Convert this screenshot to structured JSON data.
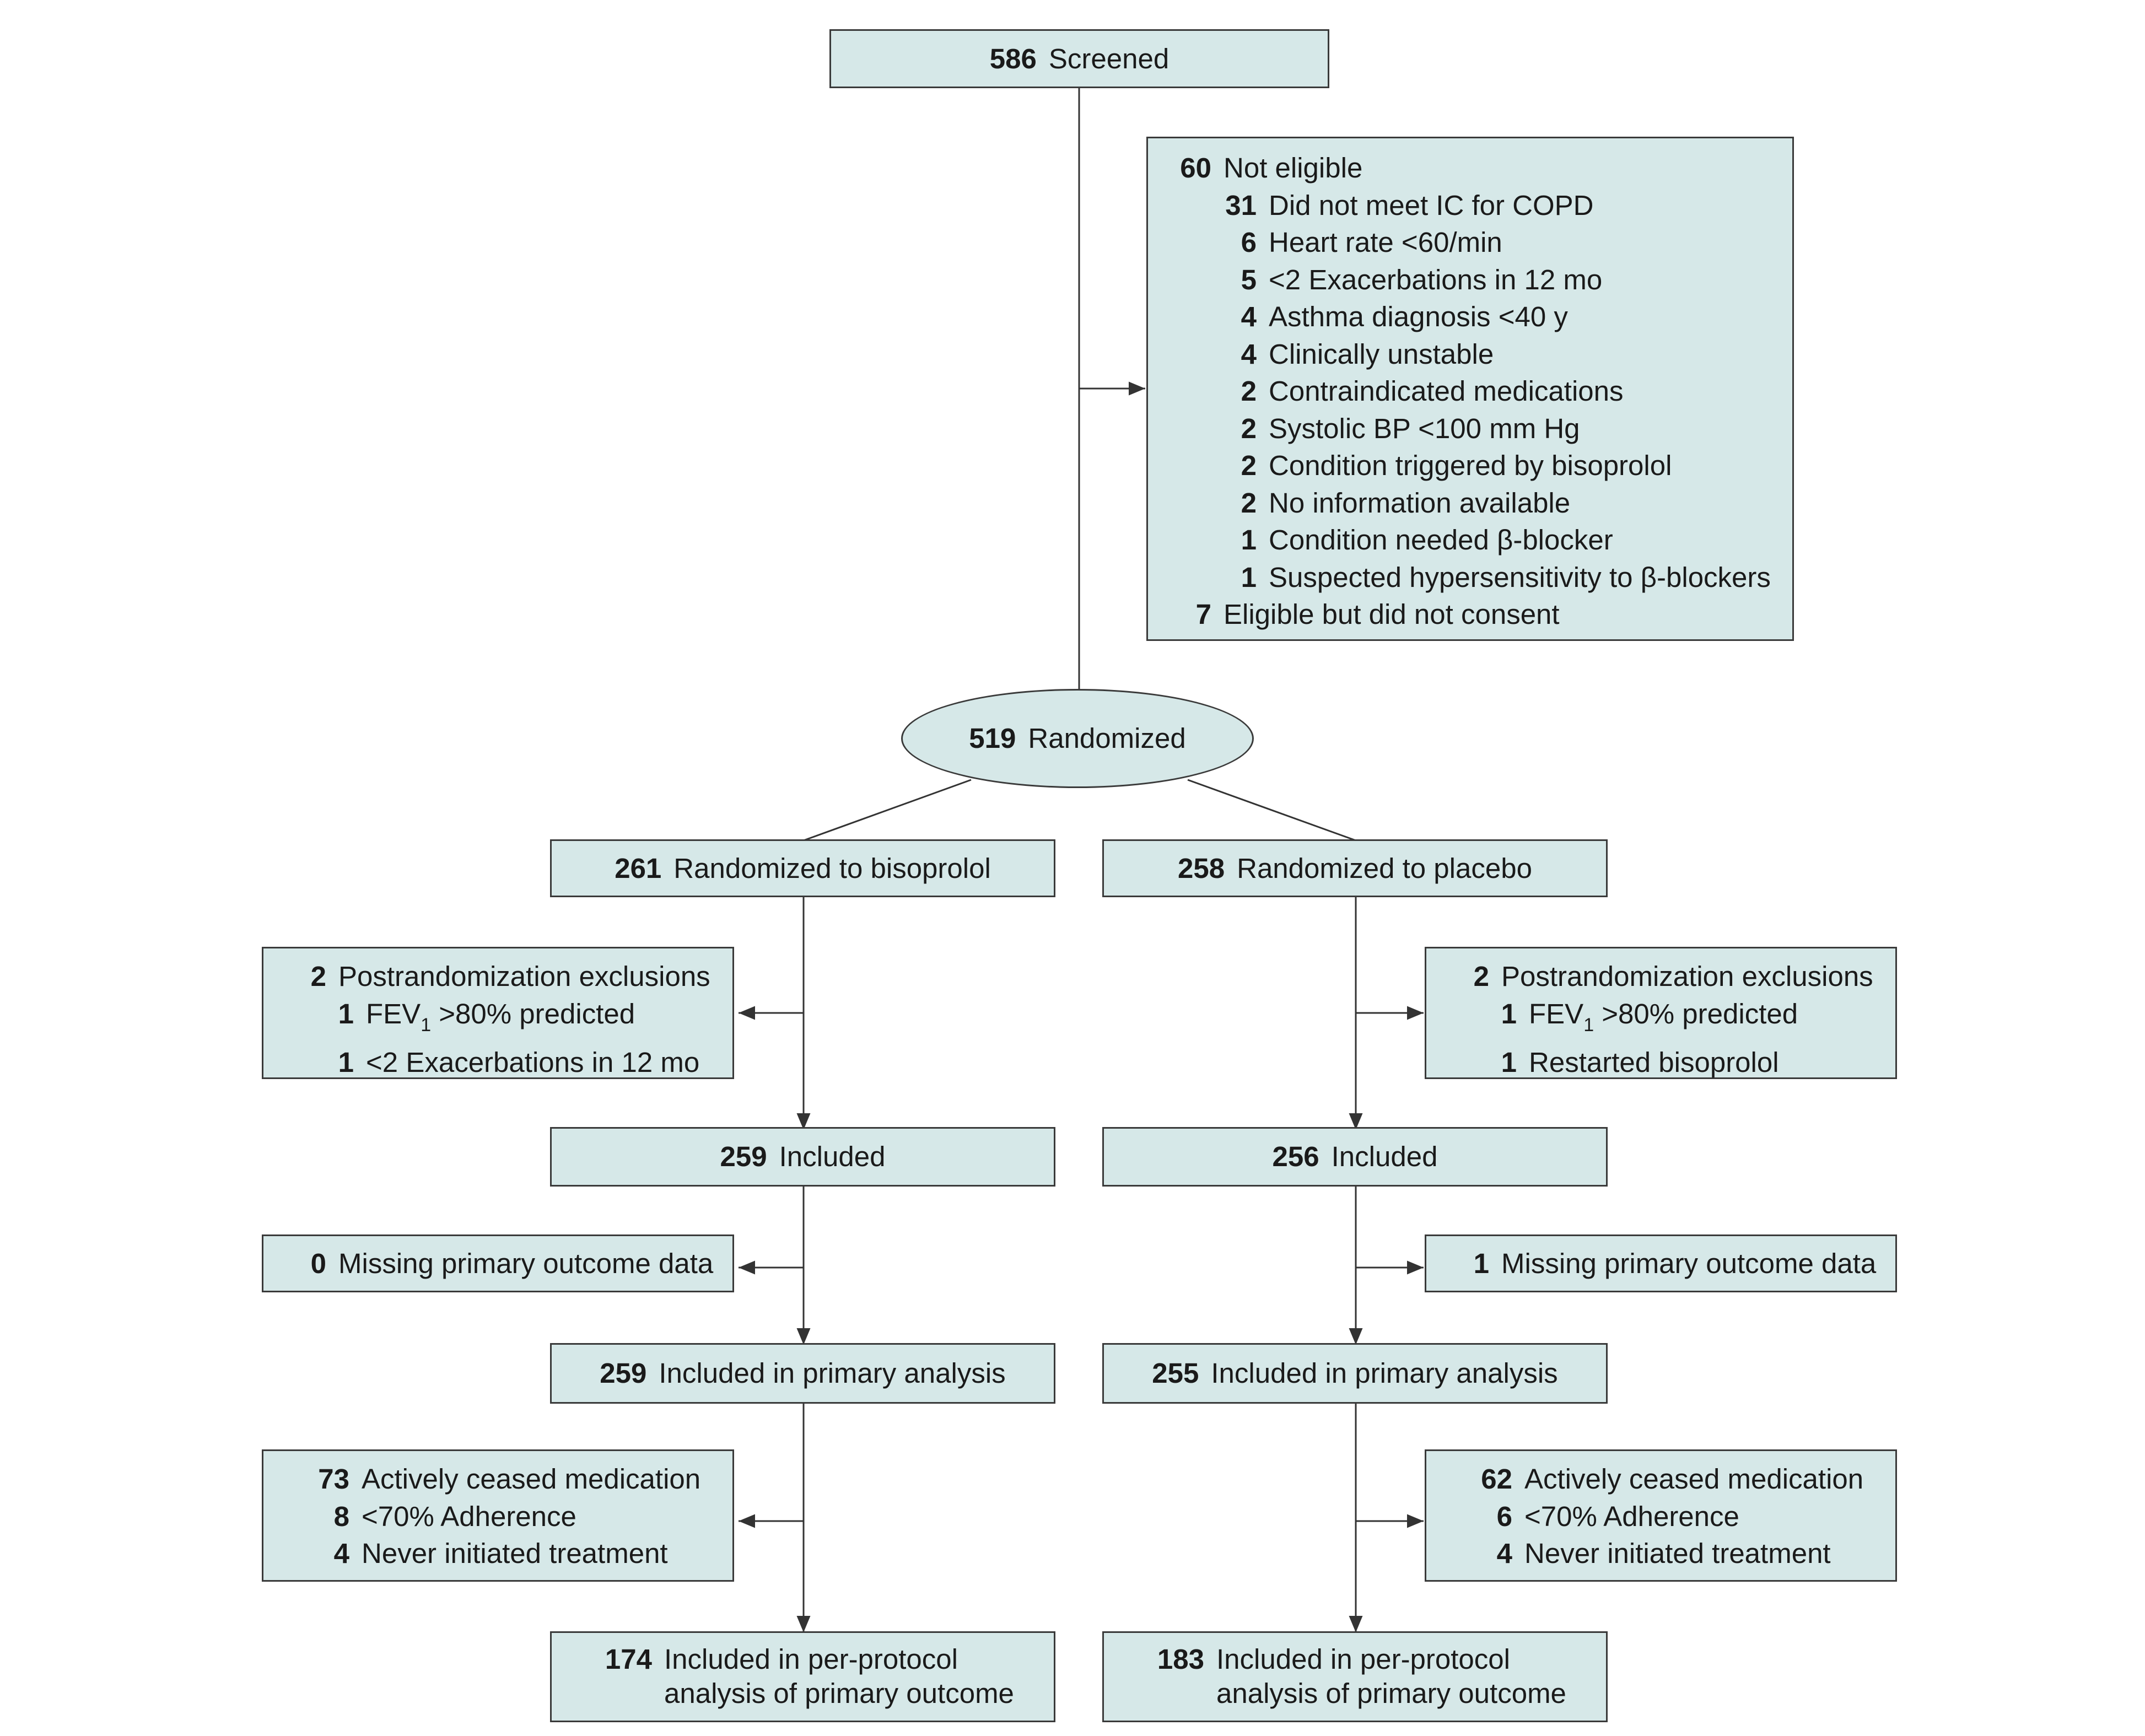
{
  "screened": {
    "n": "586",
    "label": "Screened"
  },
  "not_eligible": {
    "n": "60",
    "label": "Not eligible",
    "reasons": [
      {
        "n": "31",
        "label": "Did not meet IC for COPD"
      },
      {
        "n": "6",
        "label": "Heart rate <60/min"
      },
      {
        "n": "5",
        "label": "<2 Exacerbations in 12 mo"
      },
      {
        "n": "4",
        "label": "Asthma diagnosis <40 y"
      },
      {
        "n": "4",
        "label": "Clinically unstable"
      },
      {
        "n": "2",
        "label": "Contraindicated medications"
      },
      {
        "n": "2",
        "label": "Systolic BP <100 mm Hg"
      },
      {
        "n": "2",
        "label": "Condition triggered by bisoprolol"
      },
      {
        "n": "2",
        "label": "No information available"
      },
      {
        "n": "1",
        "label": "Condition needed β-blocker"
      },
      {
        "n": "1",
        "label": "Suspected hypersensitivity to β-blockers"
      }
    ],
    "no_consent": {
      "n": "7",
      "label": "Eligible but did not consent"
    }
  },
  "randomized": {
    "n": "519",
    "label": "Randomized"
  },
  "bisoprolol": {
    "arm": {
      "n": "261",
      "label": "Randomized to bisoprolol"
    },
    "exclusions": {
      "n": "2",
      "label": "Postrandomization exclusions",
      "fev": {
        "n": "1",
        "pre": "FEV",
        "sub": "1",
        "post": " >80% predicted"
      },
      "other": {
        "n": "1",
        "label": "<2 Exacerbations in 12 mo"
      }
    },
    "included": {
      "n": "259",
      "label": "Included"
    },
    "missing": {
      "n": "0",
      "label": "Missing primary outcome data"
    },
    "primary": {
      "n": "259",
      "label": "Included in primary analysis"
    },
    "ceased": [
      {
        "n": "73",
        "label": "Actively ceased medication"
      },
      {
        "n": "8",
        "label": "<70% Adherence"
      },
      {
        "n": "4",
        "label": "Never initiated treatment"
      }
    ],
    "per_protocol": {
      "n": "174",
      "label1": "Included in per-protocol",
      "label2": "analysis of primary outcome"
    }
  },
  "placebo": {
    "arm": {
      "n": "258",
      "label": "Randomized to placebo"
    },
    "exclusions": {
      "n": "2",
      "label": "Postrandomization exclusions",
      "fev": {
        "n": "1",
        "pre": "FEV",
        "sub": "1",
        "post": " >80% predicted"
      },
      "other": {
        "n": "1",
        "label": "Restarted bisoprolol"
      }
    },
    "included": {
      "n": "256",
      "label": "Included"
    },
    "missing": {
      "n": "1",
      "label": "Missing primary outcome data"
    },
    "primary": {
      "n": "255",
      "label": "Included in primary analysis"
    },
    "ceased": [
      {
        "n": "62",
        "label": "Actively ceased medication"
      },
      {
        "n": "6",
        "label": "<70% Adherence"
      },
      {
        "n": "4",
        "label": "Never initiated treatment"
      }
    ],
    "per_protocol": {
      "n": "183",
      "label1": "Included in per-protocol",
      "label2": "analysis of primary outcome"
    }
  }
}
